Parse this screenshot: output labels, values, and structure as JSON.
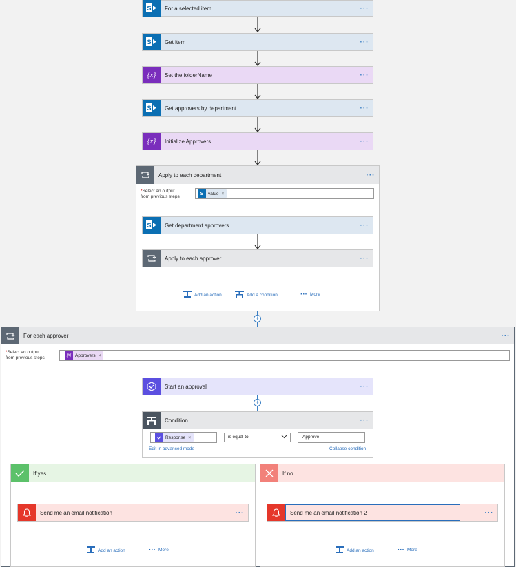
{
  "steps": {
    "trigger": "For a selected item",
    "get_item": "Get item",
    "set_folder": "Set the folderName",
    "get_approvers_dept": "Get approvers by department",
    "init_approvers": "Initialize Approvers"
  },
  "apply_dept": {
    "title": "Apply to each department",
    "select_label_1": "Select an output",
    "select_label_2": "from previous steps",
    "required_mark": "*",
    "token": "value",
    "token_remove": "×",
    "get_dept_approvers": "Get department approvers",
    "apply_approver": "Apply to each approver",
    "add_action": "Add an action",
    "add_condition": "Add a condition",
    "more": "More"
  },
  "for_each": {
    "title": "For each approver",
    "select_label_1": "Select an output",
    "select_label_2": "from previous steps",
    "required_mark": "*",
    "token": "Approvers",
    "token_remove": "×",
    "start_approval": "Start an approval"
  },
  "condition": {
    "title": "Condition",
    "left_token": "Response",
    "token_remove": "×",
    "operator": "is equal to",
    "value": "Approve",
    "edit_advanced": "Edit in advanced mode",
    "collapse": "Collapse condition"
  },
  "if_yes": {
    "title": "If yes",
    "action": "Send me an email notification",
    "add_action": "Add an action",
    "more": "More"
  },
  "if_no": {
    "title": "If no",
    "action": "Send me an email notification 2",
    "add_action": "Add an action",
    "more": "More"
  },
  "menu_glyph": "···",
  "colors": {
    "sharepoint": "#0b6fb3",
    "variable": "#7a2ebc",
    "loop": "#5d6874",
    "approval": "#5b4fe0",
    "notification": "#e5372a",
    "yes": "#5cc16a",
    "no": "#f2817a",
    "link": "#2a6ebb"
  }
}
